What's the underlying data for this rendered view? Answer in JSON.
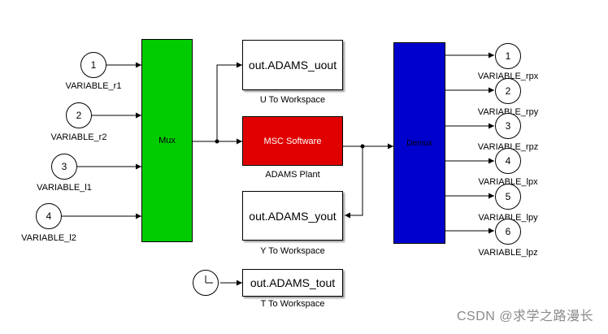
{
  "inports": [
    {
      "num": "1",
      "label": "VARIABLE_r1"
    },
    {
      "num": "2",
      "label": "VARIABLE_r2"
    },
    {
      "num": "3",
      "label": "VARIABLE_l1"
    },
    {
      "num": "4",
      "label": "VARIABLE_l2"
    }
  ],
  "outports": [
    {
      "num": "1",
      "label": "VARIABLE_rpx"
    },
    {
      "num": "2",
      "label": "VARIABLE_rpy"
    },
    {
      "num": "3",
      "label": "VARIABLE_rpz"
    },
    {
      "num": "4",
      "label": "VARIABLE_lpx"
    },
    {
      "num": "5",
      "label": "VARIABLE_lpy"
    },
    {
      "num": "6",
      "label": "VARIABLE_lpz"
    }
  ],
  "blocks": {
    "mux": {
      "text": "Mux",
      "color": "#00cc00"
    },
    "demux": {
      "text": "Demux",
      "color": "#0000cc"
    },
    "plant": {
      "text": "MSC Software",
      "label": "ADAMS Plant",
      "color": "#e00000"
    },
    "u_ws": {
      "text": "out.ADAMS_uout",
      "label": "U To Workspace"
    },
    "y_ws": {
      "text": "out.ADAMS_yout",
      "label": "Y To Workspace"
    },
    "t_ws": {
      "text": "out.ADAMS_tout",
      "label": "T To Workspace"
    }
  },
  "watermark": "CSDN @求学之路漫长"
}
